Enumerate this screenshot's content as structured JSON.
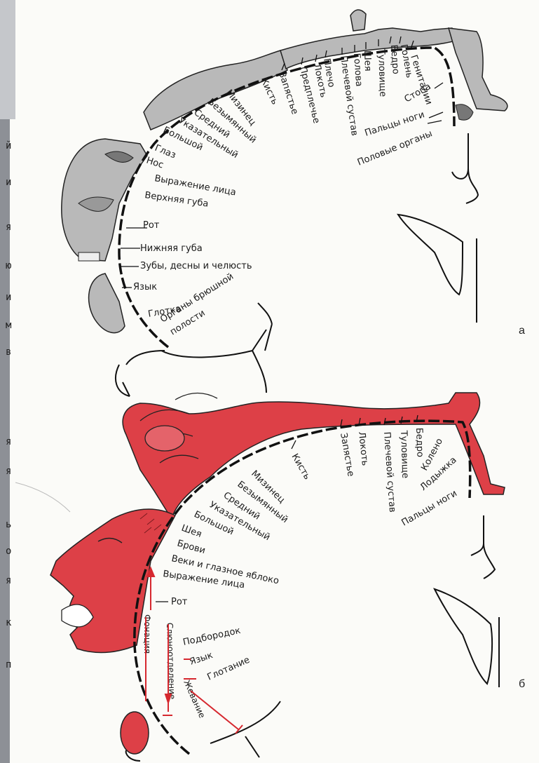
{
  "colors": {
    "sensory_body": "#b9b9b9",
    "motor_body": "#dd4047",
    "arrow_red": "#d6282f",
    "background": "#fbfbf8"
  },
  "margin_glyphs": [
    "й",
    "и",
    "я",
    "ю",
    "и",
    "м",
    "в",
    "я",
    "я",
    "ь",
    "о",
    "я",
    "к",
    "п"
  ],
  "panel_a": {
    "letter": "а",
    "labels": [
      "Гениталии",
      "Стопа",
      "Пальцы ноги",
      "Половые органы",
      "Голень",
      "Бедро",
      "Туловище",
      "Шея",
      "Голова",
      "Плечевой сустав",
      "Плечо",
      "Локоть",
      "Предплечье",
      "Запястье",
      "Кисть",
      "Мизинец",
      "Безымянный",
      "Средний",
      "Указательный",
      "Большой",
      "Глаз",
      "Нос",
      "Выражение лица",
      "Верхняя губа",
      "Рот",
      "Нижняя губа",
      "Зубы, десны и челюсть",
      "Язык",
      "Глотка",
      "Органы брюшной",
      "полости"
    ]
  },
  "panel_b": {
    "letter": "б",
    "labels": [
      "Пальцы ноги",
      "Лодыжка",
      "Колено",
      "Бедро",
      "Туловище",
      "Плечевой сустав",
      "Локоть",
      "Запястье",
      "Кисть",
      "Мизинец",
      "Безымянный",
      "Средний",
      "Указательный",
      "Большой",
      "Шея",
      "Брови",
      "Веки и глазное яблоко",
      "Выражение лица",
      "Рот",
      "Подбородок",
      "Язык",
      "Глотание"
    ],
    "vertical_labels": [
      "Фонация",
      "Слюноотделение",
      "Жевание"
    ]
  }
}
